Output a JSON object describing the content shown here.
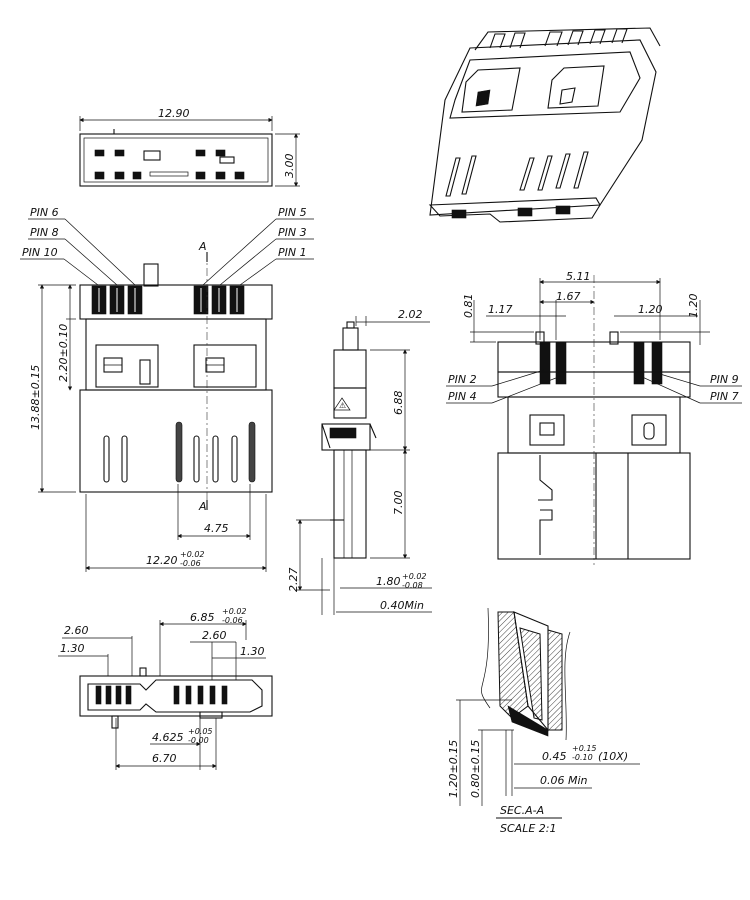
{
  "dimensions": {
    "top_width": "12.90",
    "top_height": "3.00",
    "overall_height": "13.88±0.15",
    "upper_height": "2.20±0.10",
    "bottom_width_main": "12.20",
    "bottom_width_tol_up": "+0.02",
    "bottom_width_tol_dn": "-0.06",
    "section_span": "4.75",
    "side_thickness": "2.02",
    "side_upper": "6.88",
    "side_lower": "7.00",
    "side_left": "2.27",
    "side_pin_main": "1.80",
    "side_pin_tol_up": "+0.02",
    "side_pin_tol_dn": "-0.08",
    "side_min": "0.40Min",
    "right_overall": "5.11",
    "right_top_h": "0.81",
    "right_pitch_a": "1.17",
    "right_pitch_b": "1.67",
    "right_pitch_c": "1.20",
    "right_vertical": "1.20",
    "bottom_a": "2.60",
    "bottom_b": "1.30",
    "bottom_c_main": "6.85",
    "bottom_c_tol_up": "+0.02",
    "bottom_c_tol_dn": "-0.06",
    "bottom_d": "2.60",
    "bottom_e": "1.30",
    "bottom_f_main": "4.625",
    "bottom_f_tol_up": "+0.05",
    "bottom_f_tol_dn": "-0.00",
    "bottom_g": "6.70",
    "sec_height1": "1.20±0.15",
    "sec_height2": "0.80±0.15",
    "sec_w_main": "0.45",
    "sec_w_tol_up": "+0.15",
    "sec_w_tol_dn": "-0.10",
    "sec_w_count": "(10X)",
    "sec_min": "0.06  Min"
  },
  "pins": {
    "pin6": "PIN  6",
    "pin8": "PIN  8",
    "pin10": "PIN  10",
    "pin5": "PIN  5",
    "pin3": "PIN  3",
    "pin1": "PIN  1",
    "pin2": "PIN  2",
    "pin4": "PIN  4",
    "pin9": "PIN  9",
    "pin7": "PIN  7"
  },
  "section": {
    "marker": "A",
    "title": "SEC.A-A",
    "scale": "SCALE  2:1"
  }
}
